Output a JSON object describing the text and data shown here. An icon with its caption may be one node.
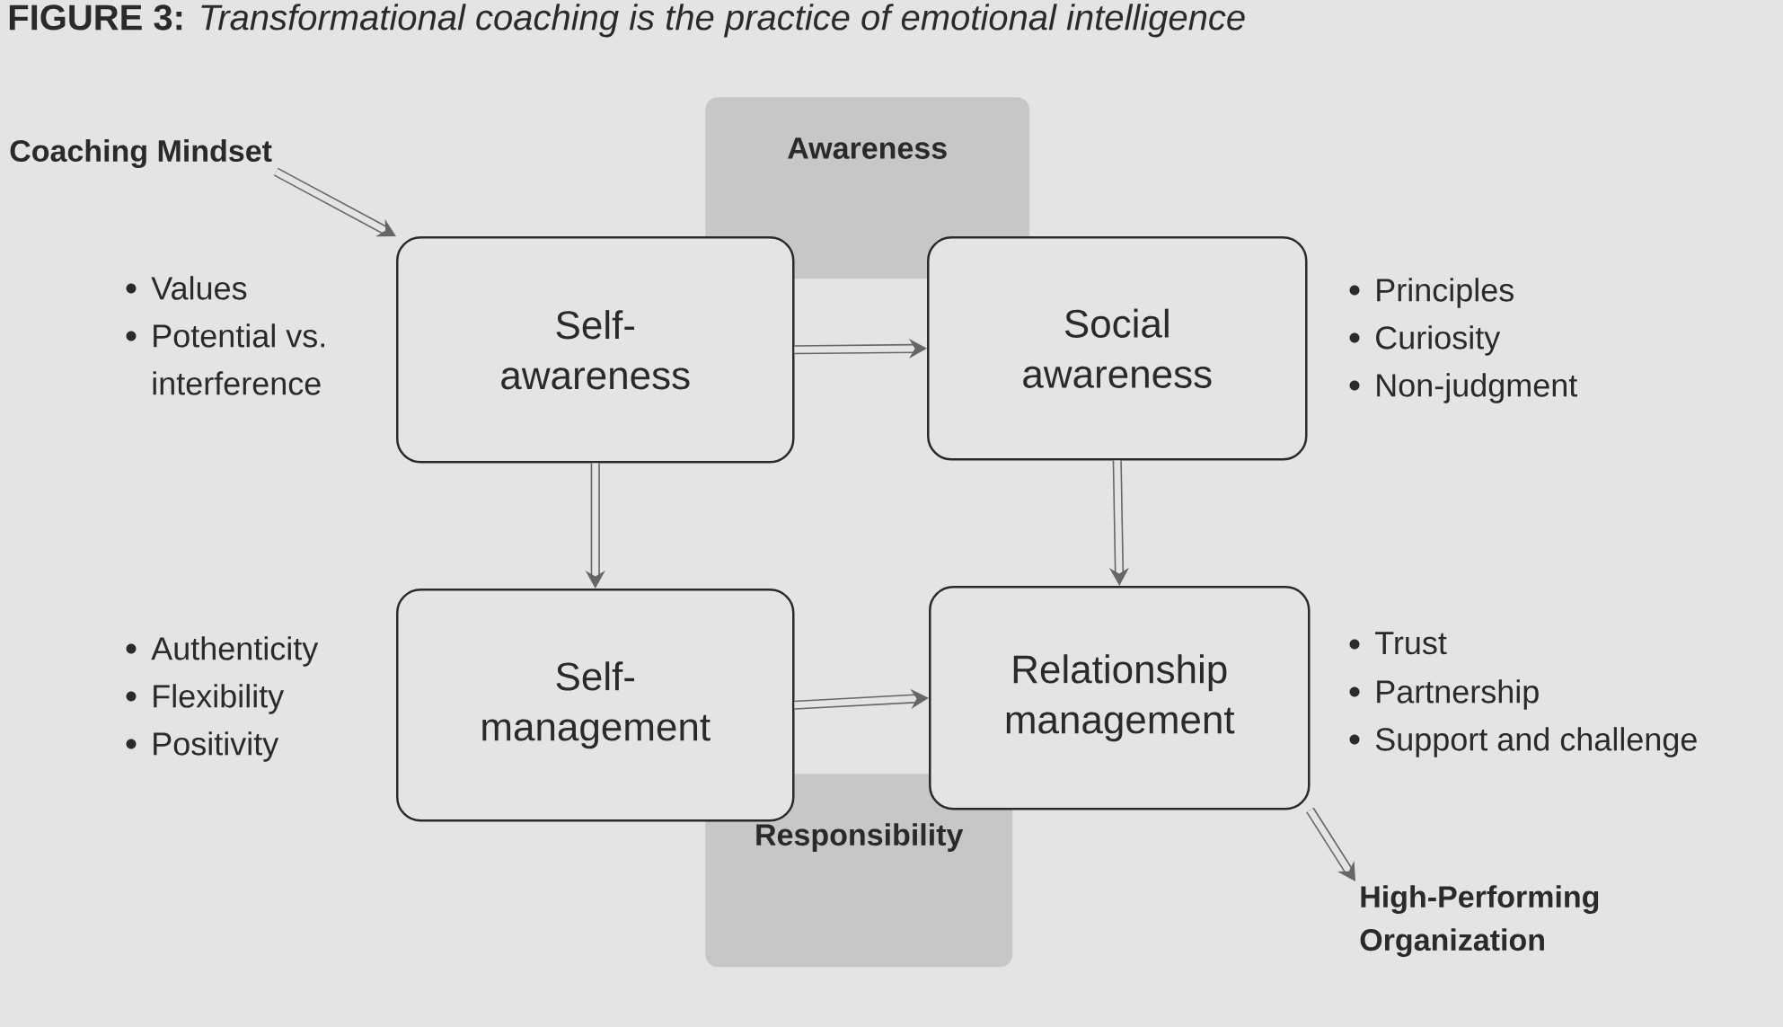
{
  "diagram": {
    "title": "**FIGURE 3:** *Transformational coaching is the practice of emotional intelligence*",
    "nodes": [
      {
        "text": [
          "Coaching Mindset"
        ]
      },
      {
        "text": [
          "Awareness"
        ]
      },
      {
        "text": [
          "Self-awareness"
        ],
        "beside": [
          "Values",
          "Potential vs. interference"
        ]
      },
      {
        "text": [
          "Social awareness"
        ],
        "beside": [
          "Principles",
          "Curiosity",
          "Non-judgment"
        ]
      },
      {
        "text": [
          "Self-management"
        ],
        "beside": [
          "Authenticity",
          "Flexibility",
          "Positivity"
        ]
      },
      {
        "text": [
          "Relationship management"
        ],
        "beside": [
          "Trust",
          "Partnership",
          "Support and challenge"
        ]
      },
      {
        "text": [
          "Responsibility"
        ]
      },
      {
        "text": [
          "High-Performing Organization"
        ]
      }
    ],
    "edges": [
      {
        "from": 0,
        "to": 2,
        "arrow": "to"
      },
      {
        "from": 2,
        "to": 3,
        "arrow": "to"
      },
      {
        "from": 2,
        "to": 4,
        "arrow": "to"
      },
      {
        "from": 3,
        "to": 5,
        "arrow": "to"
      },
      {
        "from": 4,
        "to": 5,
        "arrow": "to"
      },
      {
        "from": 5,
        "to": 7,
        "arrow": "to"
      }
    ]
  }
}
